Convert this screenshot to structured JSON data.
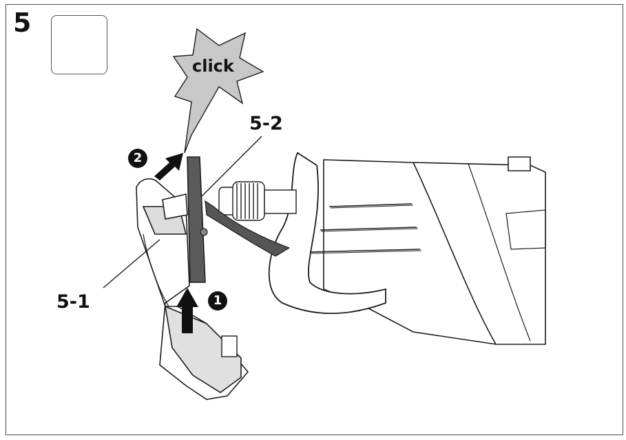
{
  "step": {
    "number": "5"
  },
  "mode_icon": {
    "name": "battery-insert-down-icon"
  },
  "burst": {
    "text": "click"
  },
  "callouts": {
    "part_52": "5-2",
    "part_51": "5-1"
  },
  "steps": {
    "first": "1",
    "second": "2"
  },
  "colors": {
    "line": "#1a1a1a",
    "shade": "#cfcfcf",
    "dark": "#555555",
    "burst_fill": "#c8c8c8"
  }
}
